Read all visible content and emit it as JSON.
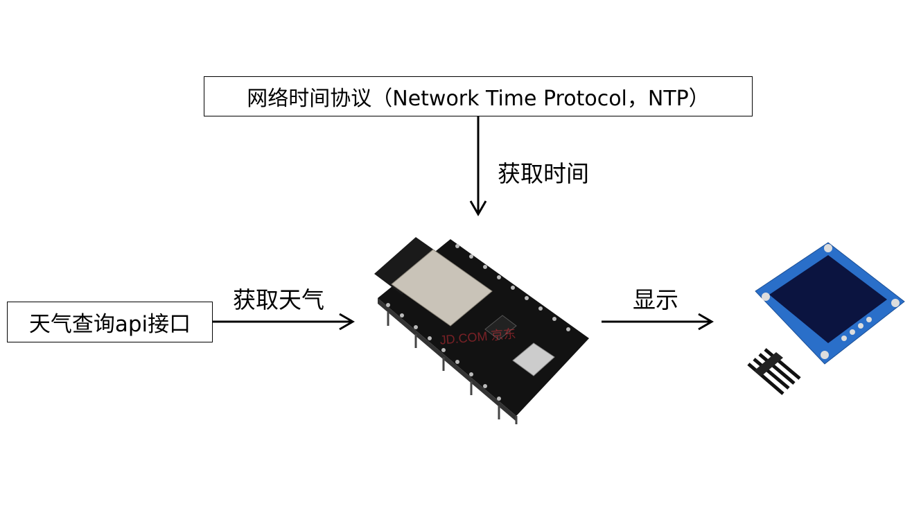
{
  "ntp_box": {
    "label": "网络时间协议（Network Time Protocol，NTP）"
  },
  "weather_box": {
    "label": "天气查询api接口"
  },
  "arrows": {
    "get_time": "获取时间",
    "get_weather": "获取天气",
    "display": "显示"
  },
  "board": {
    "watermark": "JD.COM 京东"
  },
  "colors": {
    "line": "#000000",
    "pcb": "#111111",
    "oled_pcb": "#2a6fc9",
    "oled_screen": "#0b1440"
  }
}
